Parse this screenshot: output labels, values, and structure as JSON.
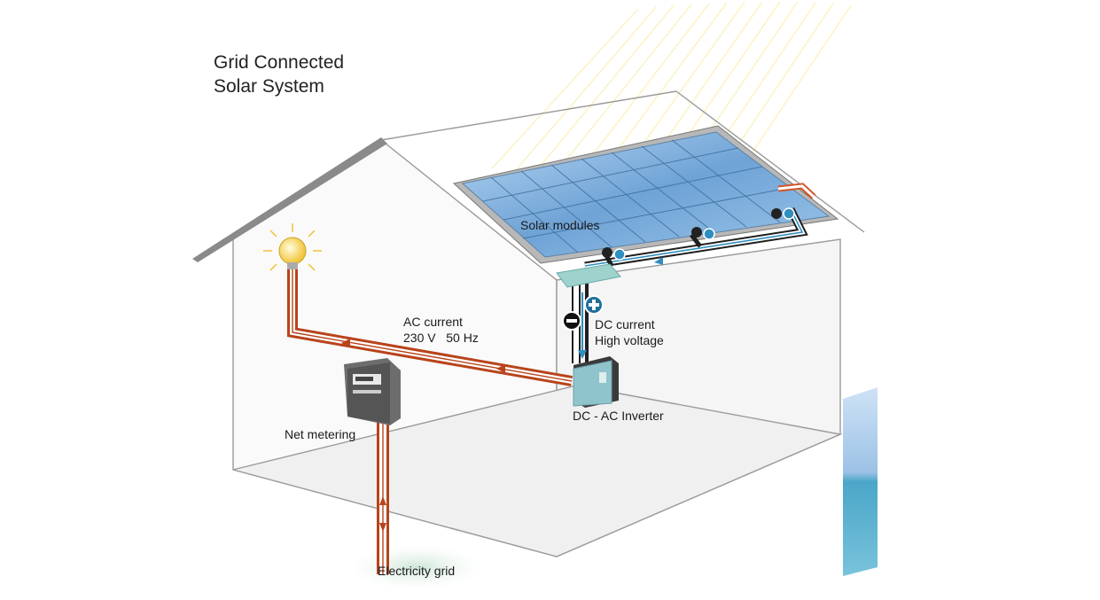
{
  "title": {
    "line1": "Grid Connected",
    "line2": "Solar System"
  },
  "labels": {
    "solar_modules": "Solar modules",
    "ac_current": "AC current",
    "ac_spec": "230 V   50 Hz",
    "dc_current": "DC current",
    "dc_voltage": "High voltage",
    "inverter": "DC - AC Inverter",
    "net_metering": "Net metering",
    "grid": "Electricity grid"
  },
  "colors": {
    "ac_wire": "#b8431a",
    "dc_wire": "#1f1f1f",
    "dc_flow": "#2f8fc0",
    "panel": "#7fb2e0",
    "inverter": "#8fc4cc"
  }
}
